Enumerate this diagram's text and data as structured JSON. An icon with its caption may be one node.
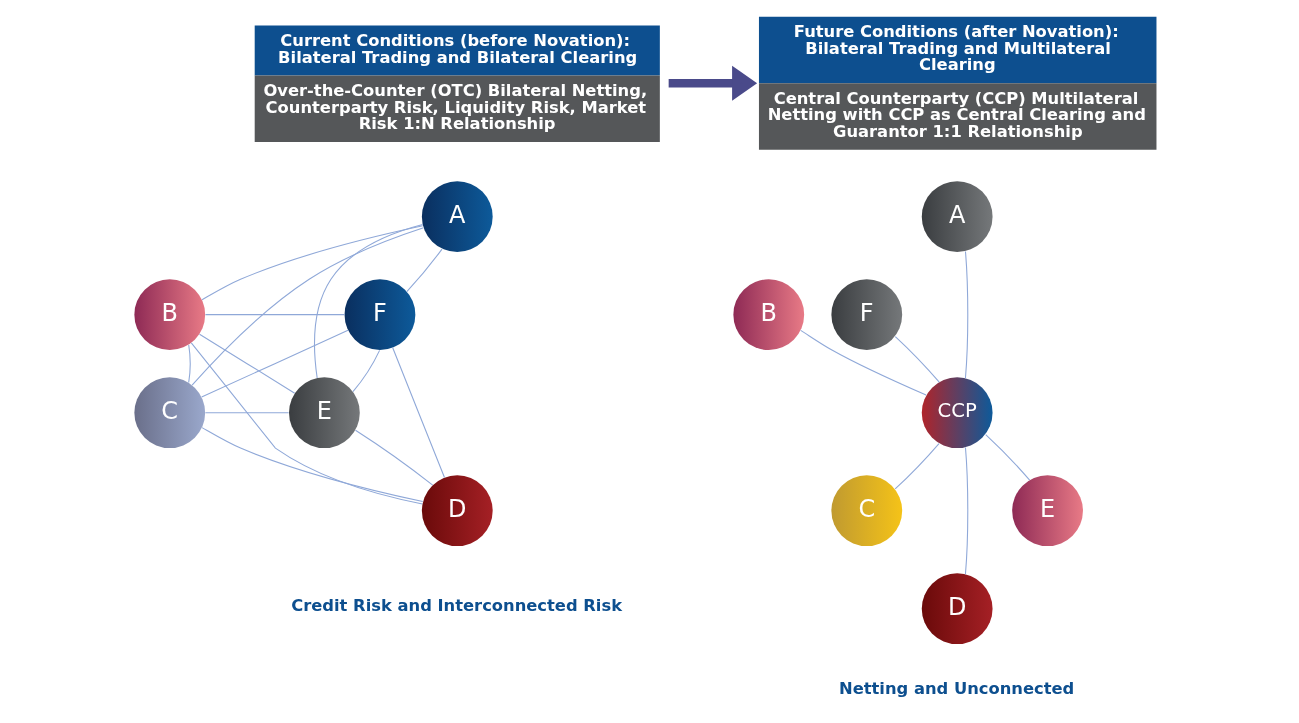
{
  "diagram": {
    "nodes": [
      {
        "text": [
          "Current Conditions (before Novation): Bilateral Trading and Bilateral Clearing",
          "Over-the-Counter (OTC) Bilateral Netting, Counterparty Risk, Liquidity Risk, Market Risk 1:N Relationship"
        ]
      },
      {
        "text": [
          "Future Conditions (after Novation): Bilateral Trading and Multilateral Clearing",
          "Central Counterparty (CCP) Multilateral Netting with CCP as Central Clearing and Guarantor 1:1 Relationship"
        ]
      },
      {
        "text": [
          "A"
        ]
      },
      {
        "text": [
          "B"
        ]
      },
      {
        "text": [
          "C"
        ]
      },
      {
        "text": [
          "D"
        ]
      },
      {
        "text": [
          "E"
        ]
      },
      {
        "text": [
          "F"
        ]
      },
      {
        "text": [
          "A"
        ]
      },
      {
        "text": [
          "B"
        ]
      },
      {
        "text": [
          "C"
        ]
      },
      {
        "text": [
          "D"
        ]
      },
      {
        "text": [
          "E"
        ]
      },
      {
        "text": [
          "F"
        ]
      },
      {
        "text": [
          "CCP"
        ]
      }
    ],
    "edges": [
      {
        "from": 2,
        "to": 3,
        "arrow": "none"
      },
      {
        "from": 3,
        "to": 4,
        "arrow": "none"
      },
      {
        "from": 4,
        "to": 5,
        "arrow": "none"
      },
      {
        "from": 5,
        "to": 6,
        "arrow": "none"
      },
      {
        "from": 6,
        "to": 7,
        "arrow": "none"
      },
      {
        "from": 7,
        "to": 2,
        "arrow": "none"
      },
      {
        "from": 2,
        "to": 6,
        "arrow": "none"
      },
      {
        "from": 2,
        "to": 4,
        "arrow": "none"
      },
      {
        "from": 5,
        "to": 7,
        "arrow": "none"
      },
      {
        "from": 5,
        "to": 3,
        "arrow": "none"
      },
      {
        "from": 7,
        "to": 3,
        "arrow": "none"
      },
      {
        "from": 6,
        "to": 4,
        "arrow": "none"
      },
      {
        "from": 7,
        "to": 4,
        "arrow": "none"
      },
      {
        "from": 6,
        "to": 3,
        "arrow": "none"
      },
      {
        "from": 0,
        "to": 1,
        "arrow": "to",
        "style": "thick",
        "color": "#4a4a8a"
      },
      {
        "from": 14,
        "to": 8,
        "arrow": "none"
      },
      {
        "from": 14,
        "to": 9,
        "arrow": "none"
      },
      {
        "from": 14,
        "to": 10,
        "arrow": "none"
      },
      {
        "from": 14,
        "to": 11,
        "arrow": "none"
      },
      {
        "from": 14,
        "to": 12,
        "arrow": "none"
      },
      {
        "from": 14,
        "to": 13,
        "arrow": "none"
      }
    ],
    "labels": [
      "Credit Risk and Interconnected Risk",
      "Netting and Unconnected"
    ]
  }
}
